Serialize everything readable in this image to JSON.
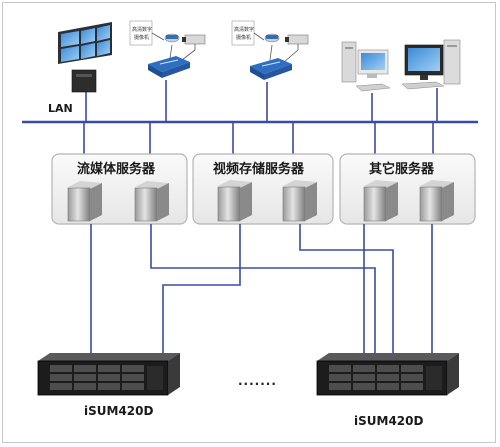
{
  "network": {
    "lan_label": "LAN"
  },
  "camera_groups": [
    {
      "caption_line1": "高清数字",
      "caption_line2": "摄像机"
    },
    {
      "caption_line1": "高清数字",
      "caption_line2": "摄像机"
    }
  ],
  "server_groups": [
    {
      "title": "流媒体服务器"
    },
    {
      "title": "视频存储服务器"
    },
    {
      "title": "其它服务器"
    }
  ],
  "storage": {
    "left_label": "iSUM420D",
    "right_label": "iSUM420D",
    "ellipsis": "......."
  },
  "colors": {
    "lan_line": "#3a4aa8",
    "link_line": "#3a4aa8",
    "server_box_fill": "#f2f2f2",
    "server_box_border": "#b5b5b5"
  }
}
